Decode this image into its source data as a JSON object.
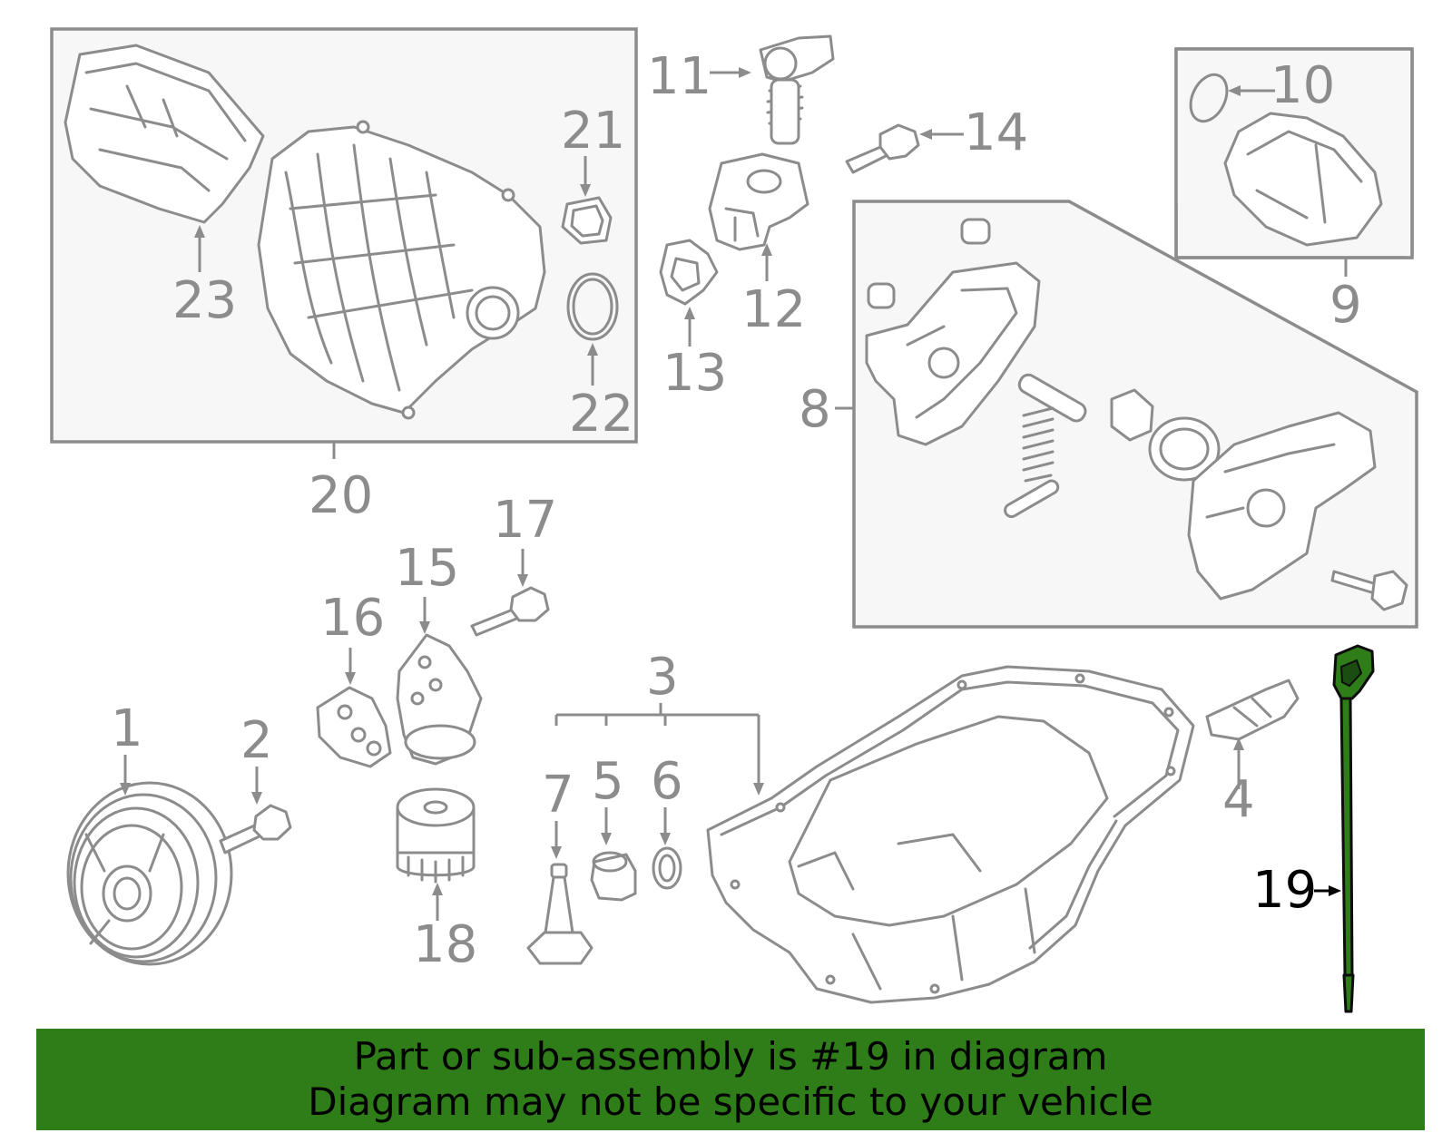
{
  "callouts": {
    "c1": "1",
    "c2": "2",
    "c3": "3",
    "c4": "4",
    "c5": "5",
    "c6": "6",
    "c7": "7",
    "c8": "8",
    "c9": "9",
    "c10": "10",
    "c11": "11",
    "c12": "12",
    "c13": "13",
    "c14": "14",
    "c15": "15",
    "c16": "16",
    "c17": "17",
    "c18": "18",
    "c19": "19",
    "c20": "20",
    "c21": "21",
    "c22": "22",
    "c23": "23"
  },
  "highlighted_part": "19",
  "colors": {
    "line": "#8c8c8c",
    "highlight": "#2e7d19",
    "banner_background": "#2e7d19",
    "banner_text": "#000000"
  },
  "banner": {
    "line1": "Part or sub-assembly is #19 in diagram",
    "line2": "Diagram may not be specific to your vehicle"
  }
}
